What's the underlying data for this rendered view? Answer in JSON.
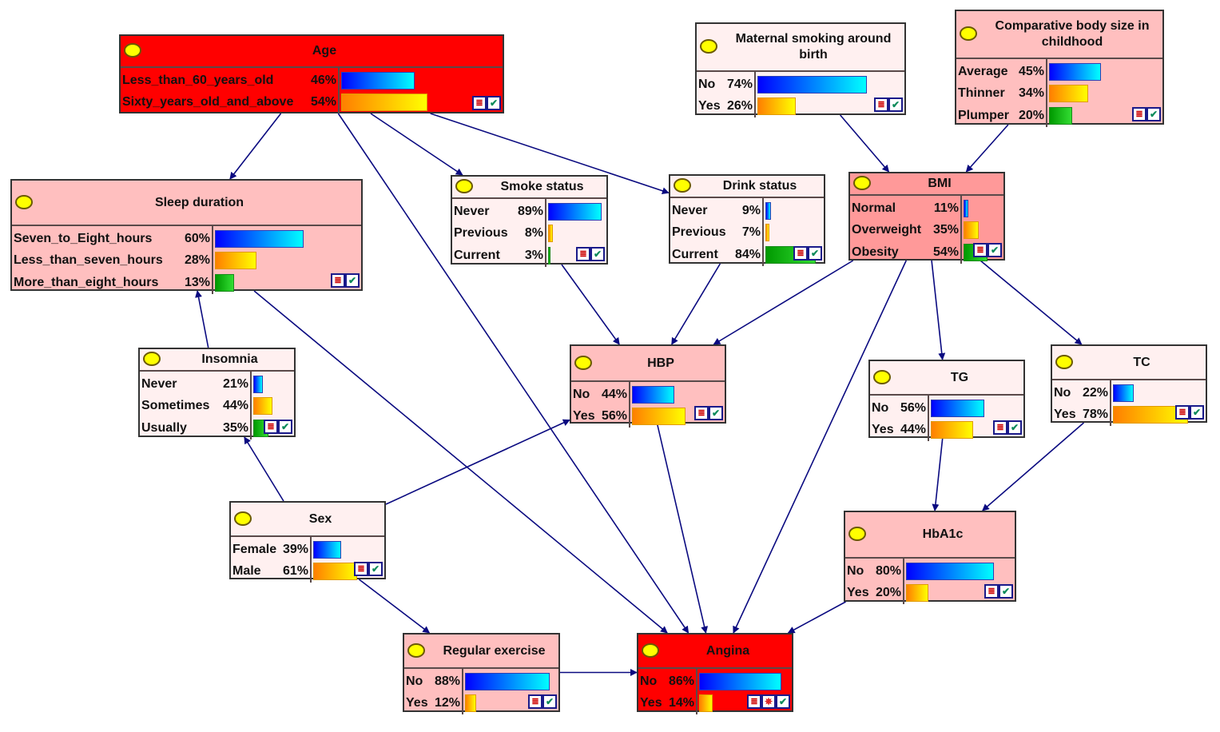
{
  "title": "Bayesian network - Angina risk factors",
  "nodes": {
    "age": {
      "title": "Age",
      "states": [
        {
          "name": "Less_than_60_years_old",
          "pct": "46%",
          "value": 46
        },
        {
          "name": "Sixty_years_old_and_above",
          "pct": "54%",
          "value": 54
        }
      ]
    },
    "maternal": {
      "title": "Maternal smoking around birth",
      "states": [
        {
          "name": "No",
          "pct": "74%",
          "value": 74
        },
        {
          "name": "Yes",
          "pct": "26%",
          "value": 26
        }
      ]
    },
    "bodysize": {
      "title": "Comparative body size in childhood",
      "states": [
        {
          "name": "Average",
          "pct": "45%",
          "value": 45
        },
        {
          "name": "Thinner",
          "pct": "34%",
          "value": 34
        },
        {
          "name": "Plumper",
          "pct": "20%",
          "value": 20
        }
      ]
    },
    "sleep": {
      "title": "Sleep duration",
      "states": [
        {
          "name": "Seven_to_Eight_hours",
          "pct": "60%",
          "value": 60
        },
        {
          "name": "Less_than_seven_hours",
          "pct": "28%",
          "value": 28
        },
        {
          "name": "More_than_eight_hours",
          "pct": "13%",
          "value": 13
        }
      ]
    },
    "smoke": {
      "title": "Smoke status",
      "states": [
        {
          "name": "Never",
          "pct": "89%",
          "value": 89
        },
        {
          "name": "Previous",
          "pct": "8%",
          "value": 8
        },
        {
          "name": "Current",
          "pct": "3%",
          "value": 3
        }
      ]
    },
    "drink": {
      "title": "Drink status",
      "states": [
        {
          "name": "Never",
          "pct": "9%",
          "value": 9
        },
        {
          "name": "Previous",
          "pct": "7%",
          "value": 7
        },
        {
          "name": "Current",
          "pct": "84%",
          "value": 84
        }
      ]
    },
    "bmi": {
      "title": "BMI",
      "states": [
        {
          "name": "Normal",
          "pct": "11%",
          "value": 11
        },
        {
          "name": "Overweight",
          "pct": "35%",
          "value": 35
        },
        {
          "name": "Obesity",
          "pct": "54%",
          "value": 54
        }
      ]
    },
    "insomnia": {
      "title": "Insomnia",
      "states": [
        {
          "name": "Never",
          "pct": "21%",
          "value": 21
        },
        {
          "name": "Sometimes",
          "pct": "44%",
          "value": 44
        },
        {
          "name": "Usually",
          "pct": "35%",
          "value": 35
        }
      ]
    },
    "hbp": {
      "title": "HBP",
      "states": [
        {
          "name": "No",
          "pct": "44%",
          "value": 44
        },
        {
          "name": "Yes",
          "pct": "56%",
          "value": 56
        }
      ]
    },
    "tg": {
      "title": "TG",
      "states": [
        {
          "name": "No",
          "pct": "56%",
          "value": 56
        },
        {
          "name": "Yes",
          "pct": "44%",
          "value": 44
        }
      ]
    },
    "tc": {
      "title": "TC",
      "states": [
        {
          "name": "No",
          "pct": "22%",
          "value": 22
        },
        {
          "name": "Yes",
          "pct": "78%",
          "value": 78
        }
      ]
    },
    "sex": {
      "title": "Sex",
      "states": [
        {
          "name": "Female",
          "pct": "39%",
          "value": 39
        },
        {
          "name": "Male",
          "pct": "61%",
          "value": 61
        }
      ]
    },
    "hba1c": {
      "title": "HbA1c",
      "states": [
        {
          "name": "No",
          "pct": "80%",
          "value": 80
        },
        {
          "name": "Yes",
          "pct": "20%",
          "value": 20
        }
      ]
    },
    "exercise": {
      "title": "Regular exercise",
      "states": [
        {
          "name": "No",
          "pct": "88%",
          "value": 88
        },
        {
          "name": "Yes",
          "pct": "12%",
          "value": 12
        }
      ]
    },
    "angina": {
      "title": "Angina",
      "states": [
        {
          "name": "No",
          "pct": "86%",
          "value": 86
        },
        {
          "name": "Yes",
          "pct": "14%",
          "value": 14
        }
      ]
    }
  },
  "edges": [
    [
      "age",
      "sleep"
    ],
    [
      "age",
      "smoke"
    ],
    [
      "age",
      "drink"
    ],
    [
      "age",
      "angina"
    ],
    [
      "maternal",
      "bmi"
    ],
    [
      "bodysize",
      "bmi"
    ],
    [
      "sleep",
      "angina"
    ],
    [
      "insomnia",
      "sleep"
    ],
    [
      "smoke",
      "hbp"
    ],
    [
      "drink",
      "hbp"
    ],
    [
      "bmi",
      "hbp"
    ],
    [
      "bmi",
      "angina"
    ],
    [
      "bmi",
      "tg"
    ],
    [
      "bmi",
      "tc"
    ],
    [
      "sex",
      "insomnia"
    ],
    [
      "sex",
      "hbp"
    ],
    [
      "sex",
      "exercise"
    ],
    [
      "hbp",
      "angina"
    ],
    [
      "tg",
      "hba1c"
    ],
    [
      "tc",
      "hba1c"
    ],
    [
      "hba1c",
      "angina"
    ],
    [
      "exercise",
      "angina"
    ]
  ],
  "icons": {
    "tree": "tree-icon",
    "check": "check-icon",
    "evidence": "evidence-icon"
  }
}
